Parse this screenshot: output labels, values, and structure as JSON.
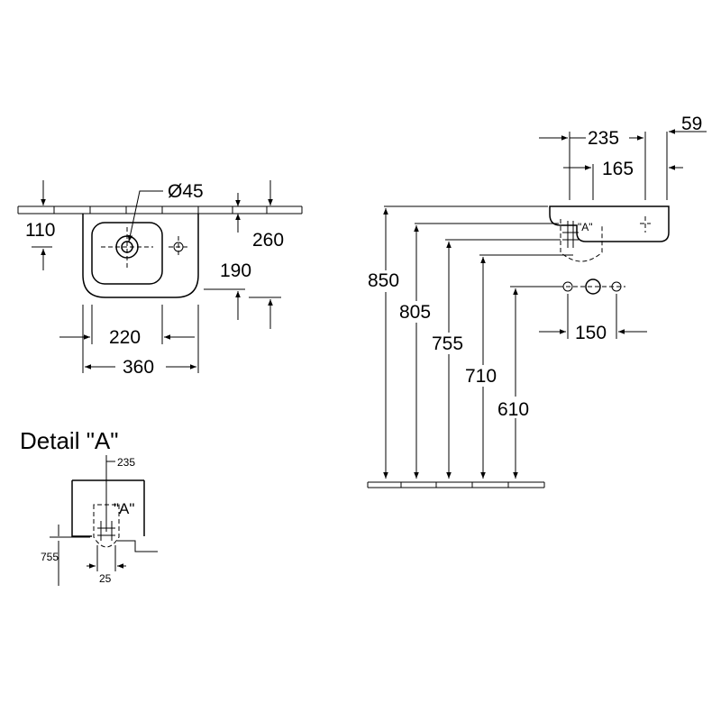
{
  "top_view": {
    "drain_diameter": "Ø45",
    "dim_110": "110",
    "dim_260": "260",
    "dim_190": "190",
    "dim_220": "220",
    "dim_360": "360"
  },
  "side_view": {
    "dim_235": "235",
    "dim_59": "59",
    "dim_165": "165",
    "detail_ref": "\"A\"",
    "dim_850": "850",
    "dim_805": "805",
    "dim_755": "755",
    "dim_710": "710",
    "dim_610": "610",
    "dim_150": "150"
  },
  "detail": {
    "title": "Detail \"A\"",
    "dim_235": "235",
    "ref": "\"A\"",
    "dim_755": "755",
    "dim_25": "25"
  }
}
